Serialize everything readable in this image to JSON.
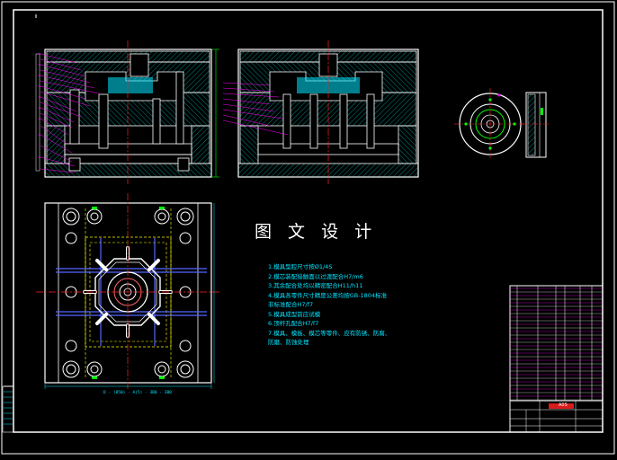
{
  "drawing": {
    "title": "图 文 设 计",
    "notes": [
      "1.模具型腔尺寸按Ø1/4S",
      "2.模芯装配接触面以过渡配合H7/m6",
      "3.其余配合处均以精密配合H11/h11",
      "4.模具各零件尺寸精度公差均按GB-1804标准",
      "  非标准配合H7/f7",
      "5.模具成型前应试模",
      "6.顶杆孔配合H7/f7",
      "7.模具、模板、模芯等零件、应有防锈、防腐、",
      "  防磨、防蚀处理"
    ],
    "bottom_dimension": "D - (850) - A(5) - 3B0 - 3B0",
    "title_block_label": "A0S",
    "colors": {
      "background": "#000000",
      "frame": "#ffffff",
      "mold_lines": "#ffffff",
      "hatch": "#00bcbc",
      "dimension": "#00e5ff",
      "leader": "#ff00ff",
      "center": "#ff2020",
      "hidden": "#ffff00",
      "ejector": "#5566ff",
      "accent_green": "#00ff00"
    }
  }
}
